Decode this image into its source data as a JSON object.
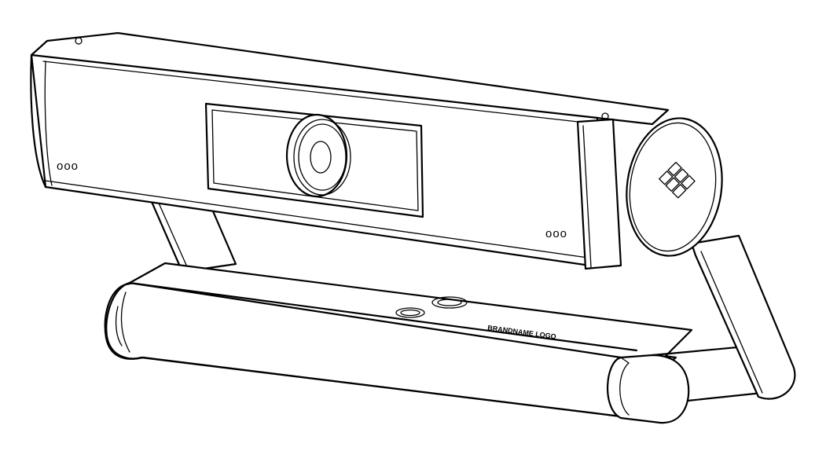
{
  "figure": {
    "subject": "Webcam with folding mount bracket",
    "style": "Black line-art technical illustration",
    "background_color": "#ffffff",
    "line_color": "#000000"
  },
  "camera_body": {
    "mic_left_label": "ooo",
    "mic_right_label": "ooo"
  },
  "hinge": {
    "logo_icon": "diamond-grid-logo-icon"
  },
  "base": {
    "brand_text": "BRANDNAME LOGO"
  }
}
